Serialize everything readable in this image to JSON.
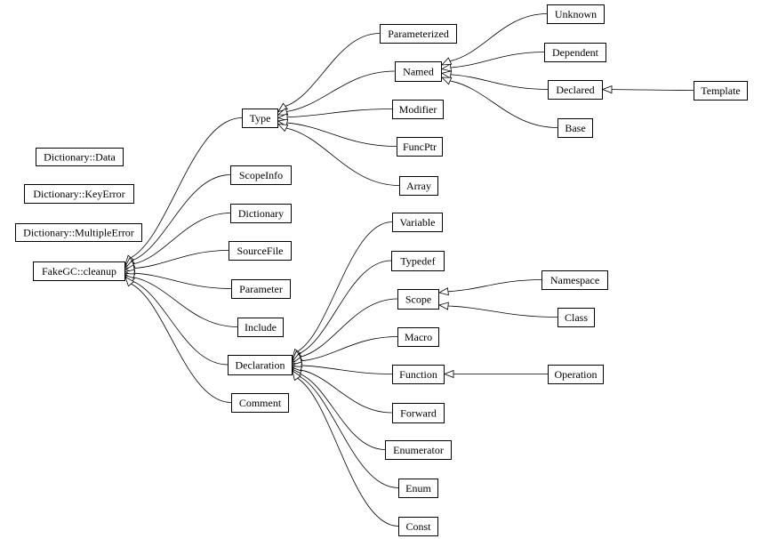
{
  "diagram": {
    "type": "class-inheritance-graph",
    "colors": {
      "background": "#ffffff",
      "stroke": "#000000",
      "text": "#000000"
    },
    "nodes": [
      {
        "id": "dict_data",
        "label": "Dictionary::Data"
      },
      {
        "id": "dict_keyerror",
        "label": "Dictionary::KeyError"
      },
      {
        "id": "dict_multerror",
        "label": "Dictionary::MultipleError"
      },
      {
        "id": "fakegc",
        "label": "FakeGC::cleanup"
      },
      {
        "id": "type",
        "label": "Type"
      },
      {
        "id": "scopeinfo",
        "label": "ScopeInfo"
      },
      {
        "id": "dictionary",
        "label": "Dictionary"
      },
      {
        "id": "sourcefile",
        "label": "SourceFile"
      },
      {
        "id": "parameter",
        "label": "Parameter"
      },
      {
        "id": "include",
        "label": "Include"
      },
      {
        "id": "declaration",
        "label": "Declaration"
      },
      {
        "id": "comment",
        "label": "Comment"
      },
      {
        "id": "parameterized",
        "label": "Parameterized"
      },
      {
        "id": "named",
        "label": "Named"
      },
      {
        "id": "modifier",
        "label": "Modifier"
      },
      {
        "id": "funcptr",
        "label": "FuncPtr"
      },
      {
        "id": "array",
        "label": "Array"
      },
      {
        "id": "variable",
        "label": "Variable"
      },
      {
        "id": "typedef",
        "label": "Typedef"
      },
      {
        "id": "scope",
        "label": "Scope"
      },
      {
        "id": "macro",
        "label": "Macro"
      },
      {
        "id": "function",
        "label": "Function"
      },
      {
        "id": "forward",
        "label": "Forward"
      },
      {
        "id": "enumerator",
        "label": "Enumerator"
      },
      {
        "id": "enum",
        "label": "Enum"
      },
      {
        "id": "const",
        "label": "Const"
      },
      {
        "id": "unknown",
        "label": "Unknown"
      },
      {
        "id": "dependent",
        "label": "Dependent"
      },
      {
        "id": "declared",
        "label": "Declared"
      },
      {
        "id": "base",
        "label": "Base"
      },
      {
        "id": "template",
        "label": "Template"
      },
      {
        "id": "namespace",
        "label": "Namespace"
      },
      {
        "id": "class",
        "label": "Class"
      },
      {
        "id": "operation",
        "label": "Operation"
      }
    ],
    "edges": [
      {
        "child": "type",
        "parent": "fakegc"
      },
      {
        "child": "scopeinfo",
        "parent": "fakegc"
      },
      {
        "child": "dictionary",
        "parent": "fakegc"
      },
      {
        "child": "sourcefile",
        "parent": "fakegc"
      },
      {
        "child": "parameter",
        "parent": "fakegc"
      },
      {
        "child": "include",
        "parent": "fakegc"
      },
      {
        "child": "declaration",
        "parent": "fakegc"
      },
      {
        "child": "comment",
        "parent": "fakegc"
      },
      {
        "child": "parameterized",
        "parent": "type"
      },
      {
        "child": "named",
        "parent": "type"
      },
      {
        "child": "modifier",
        "parent": "type"
      },
      {
        "child": "funcptr",
        "parent": "type"
      },
      {
        "child": "array",
        "parent": "type"
      },
      {
        "child": "unknown",
        "parent": "named"
      },
      {
        "child": "dependent",
        "parent": "named"
      },
      {
        "child": "declared",
        "parent": "named"
      },
      {
        "child": "base",
        "parent": "named"
      },
      {
        "child": "template",
        "parent": "declared"
      },
      {
        "child": "variable",
        "parent": "declaration"
      },
      {
        "child": "typedef",
        "parent": "declaration"
      },
      {
        "child": "scope",
        "parent": "declaration"
      },
      {
        "child": "macro",
        "parent": "declaration"
      },
      {
        "child": "function",
        "parent": "declaration"
      },
      {
        "child": "forward",
        "parent": "declaration"
      },
      {
        "child": "enumerator",
        "parent": "declaration"
      },
      {
        "child": "enum",
        "parent": "declaration"
      },
      {
        "child": "const",
        "parent": "declaration"
      },
      {
        "child": "namespace",
        "parent": "scope"
      },
      {
        "child": "class",
        "parent": "scope"
      },
      {
        "child": "operation",
        "parent": "function"
      }
    ]
  }
}
